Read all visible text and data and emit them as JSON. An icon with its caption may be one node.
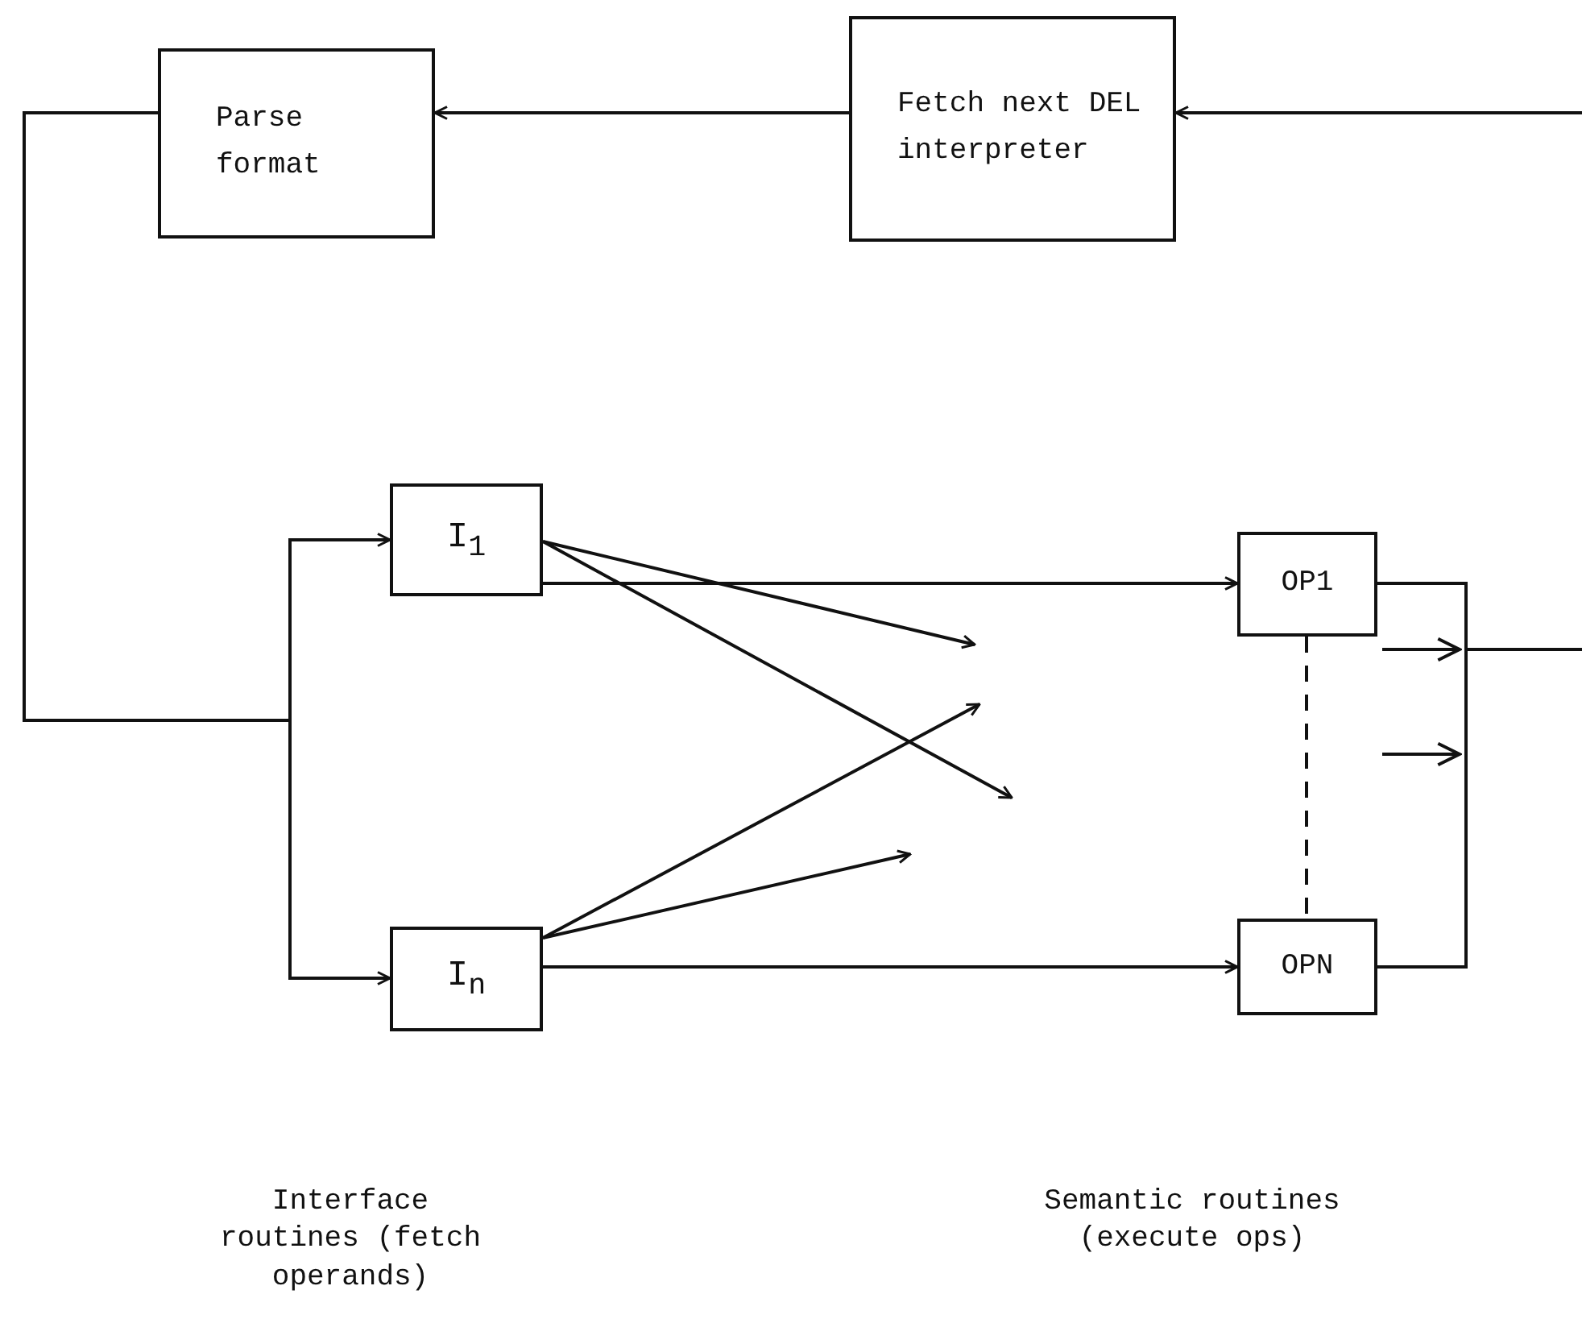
{
  "diagram": {
    "nodes": [
      {
        "text": [
          "Parse format"
        ]
      },
      {
        "text": [
          "Fetch next DEL interpreter"
        ]
      },
      {
        "text": [
          "I$_{1}$"
        ]
      },
      {
        "text": [
          "I$_{n}$"
        ]
      },
      {
        "text": [
          "OP1"
        ]
      },
      {
        "text": [
          "OPN"
        ]
      }
    ],
    "edges": [
      {
        "from": null,
        "to": 1,
        "arrow": "to"
      },
      {
        "from": 1,
        "to": 0,
        "arrow": "to"
      },
      {
        "from": 0,
        "to": 2,
        "arrow": "to"
      },
      {
        "from": 0,
        "to": 3,
        "arrow": "to"
      },
      {
        "from": 2,
        "to": 4,
        "arrow": "to"
      },
      {
        "from": 3,
        "to": 5,
        "arrow": "to"
      },
      {
        "from": 2,
        "to": null,
        "arrow": "to"
      },
      {
        "from": 2,
        "to": null,
        "arrow": "to"
      },
      {
        "from": 3,
        "to": null,
        "arrow": "to"
      },
      {
        "from": 3,
        "to": null,
        "arrow": "to"
      },
      {
        "from": 4,
        "to": 5,
        "arrow": "none",
        "style": "dashed"
      },
      {
        "from": 4,
        "to": null,
        "arrow": "none"
      },
      {
        "from": 5,
        "to": null,
        "arrow": "none"
      }
    ],
    "labels": [
      "Interface routines (fetch operands)",
      "Semantic routines (execute ops)"
    ]
  }
}
